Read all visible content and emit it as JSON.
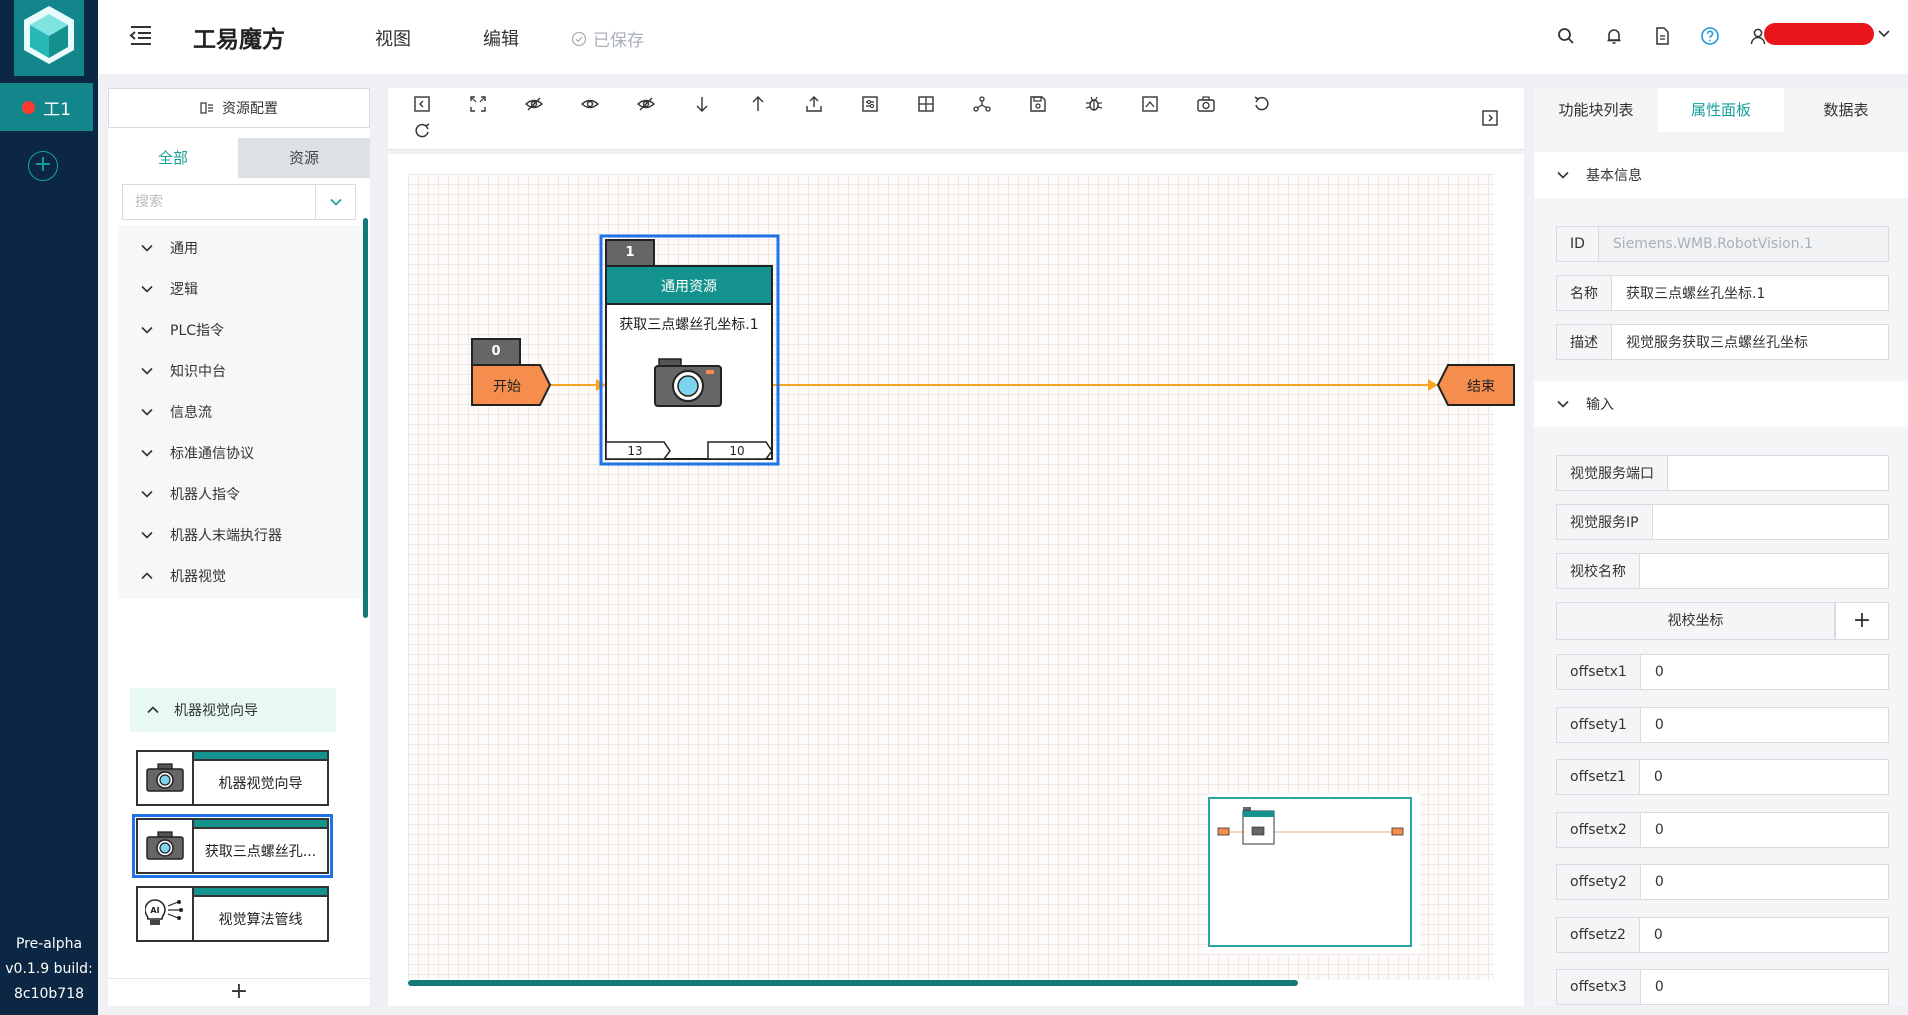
{
  "rail": {
    "workspace_tab": "工1",
    "version_lines": [
      "Pre-alpha",
      "v0.1.9 build:",
      "8c10b718"
    ]
  },
  "header": {
    "title": "工易魔方",
    "nav_view": "视图",
    "nav_edit": "编辑",
    "save_status": "已保存"
  },
  "left_panel": {
    "resource_config": "资源配置",
    "tab_all": "全部",
    "tab_resources": "资源",
    "search_placeholder": "搜索",
    "categories": [
      "通用",
      "逻辑",
      "PLC指令",
      "知识中台",
      "信息流",
      "标准通信协议",
      "机器人指令",
      "机器人末端执行器",
      "机器视觉"
    ],
    "subcategory": "机器视觉向导",
    "components": [
      "机器视觉向导",
      "获取三点螺丝孔...",
      "视觉算法管线"
    ]
  },
  "canvas": {
    "start_node": {
      "index": "0",
      "label": "开始"
    },
    "block": {
      "index": "1",
      "type": "通用资源",
      "name": "获取三点螺丝孔坐标.1",
      "port_left": "13",
      "port_right": "10"
    },
    "end_node": {
      "label": "结束"
    }
  },
  "right_panel": {
    "tabs": [
      "功能块列表",
      "属性面板",
      "数据表"
    ],
    "basic_info": "基本信息",
    "id_label": "ID",
    "id_value": "Siemens.WMB.RobotVision.1",
    "name_label": "名称",
    "name_value": "获取三点螺丝孔坐标.1",
    "desc_label": "描述",
    "desc_value": "视觉服务获取三点螺丝孔坐标",
    "input_section": "输入",
    "inputs": [
      {
        "label": "视觉服务端口",
        "value": ""
      },
      {
        "label": "视觉服务IP",
        "value": ""
      },
      {
        "label": "视校名称",
        "value": ""
      }
    ],
    "coord_button": "视校坐标",
    "offsets": [
      {
        "label": "offsetx1",
        "value": "0"
      },
      {
        "label": "offsety1",
        "value": "0"
      },
      {
        "label": "offsetz1",
        "value": "0"
      },
      {
        "label": "offsetx2",
        "value": "0"
      },
      {
        "label": "offsety2",
        "value": "0"
      },
      {
        "label": "offsetz2",
        "value": "0"
      },
      {
        "label": "offsetx3",
        "value": "0"
      }
    ]
  },
  "colors": {
    "accent": "#16a09a",
    "teal_bar": "#13928e",
    "rail_bg": "#0b2744",
    "node_orange": "#f58d4e",
    "edge_orange": "#f5a623",
    "selection_blue": "#1e73e8"
  }
}
